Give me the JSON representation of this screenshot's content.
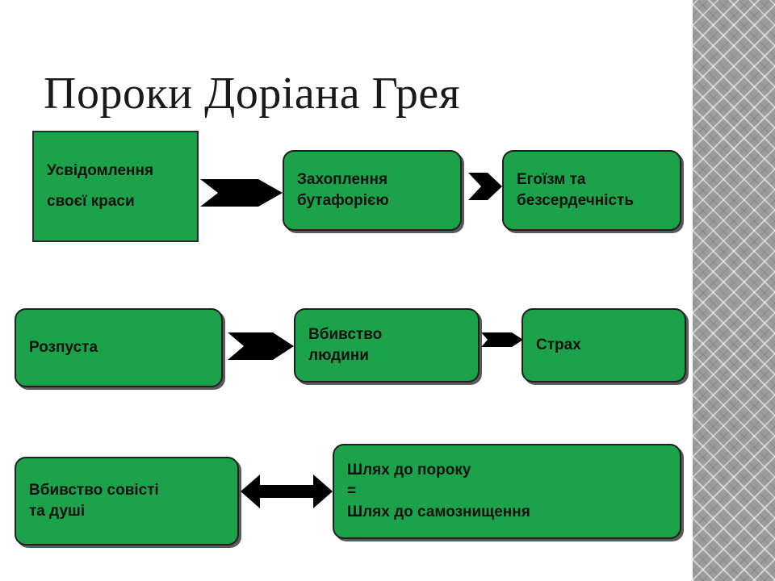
{
  "title": "Пороки Доріана Грея",
  "rows": [
    {
      "boxes": [
        {
          "lines": [
            "Усвідомлення",
            "своєї краси"
          ]
        },
        {
          "lines": [
            "Захоплення",
            "бутафорією"
          ]
        },
        {
          "lines": [
            "Егоїзм та",
            "безсердечність"
          ]
        }
      ]
    },
    {
      "boxes": [
        {
          "lines": [
            "Розпуста"
          ]
        },
        {
          "lines": [
            "Вбивство",
            "людини"
          ]
        },
        {
          "lines": [
            "Страх"
          ]
        }
      ]
    },
    {
      "boxes": [
        {
          "lines": [
            "Вбивство совісті",
            "та душі"
          ]
        },
        {
          "lines": [
            "Шлях до пороку",
            "=",
            "Шлях до самознищення"
          ]
        }
      ]
    }
  ],
  "colors": {
    "box_fill": "#1ba24a",
    "arrow": "#000000",
    "border": "#1f1f1f"
  }
}
